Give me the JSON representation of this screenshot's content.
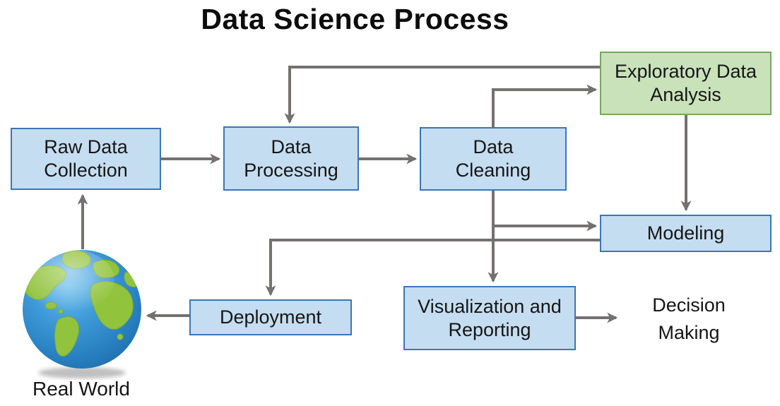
{
  "title": "Data Science Process",
  "diagram": {
    "nodes": {
      "raw_data_collection": {
        "label": "Raw Data Collection",
        "shape": "box",
        "style": "process-blue"
      },
      "data_processing": {
        "label": "Data Processing",
        "shape": "box",
        "style": "process-blue"
      },
      "data_cleaning": {
        "label": "Data Cleaning",
        "shape": "box",
        "style": "process-blue"
      },
      "exploratory_data_analysis": {
        "label": "Exploratory Data Analysis",
        "shape": "box",
        "style": "analysis-green"
      },
      "modeling": {
        "label": "Modeling",
        "shape": "box",
        "style": "process-blue"
      },
      "deployment": {
        "label": "Deployment",
        "shape": "box",
        "style": "process-blue"
      },
      "visualization_and_reporting": {
        "label": "Visualization and Reporting",
        "shape": "box",
        "style": "process-blue"
      },
      "decision_making": {
        "label": "Decision Making",
        "shape": "text",
        "style": "plain-text"
      },
      "real_world": {
        "label": "Real World",
        "shape": "text",
        "style": "plain-text",
        "icon": "earth-globe-icon"
      }
    },
    "edges": [
      {
        "from": "real_world",
        "to": "raw_data_collection"
      },
      {
        "from": "raw_data_collection",
        "to": "data_processing"
      },
      {
        "from": "data_processing",
        "to": "data_cleaning"
      },
      {
        "from": "data_cleaning",
        "to": "exploratory_data_analysis"
      },
      {
        "from": "exploratory_data_analysis",
        "to": "data_processing"
      },
      {
        "from": "exploratory_data_analysis",
        "to": "modeling"
      },
      {
        "from": "data_cleaning",
        "to": "modeling"
      },
      {
        "from": "data_cleaning",
        "to": "visualization_and_reporting"
      },
      {
        "from": "modeling",
        "to": "deployment"
      },
      {
        "from": "deployment",
        "to": "real_world"
      },
      {
        "from": "visualization_and_reporting",
        "to": "decision_making"
      }
    ],
    "colors": {
      "process_fill": "#c5ddf0",
      "process_border": "#3b76b5",
      "analysis_fill": "#c9e2ba",
      "analysis_border": "#74a85a",
      "arrow": "#757171",
      "text": "#161616",
      "globe_ocean": "#2f8ccc",
      "globe_land": "#92c33d"
    }
  }
}
